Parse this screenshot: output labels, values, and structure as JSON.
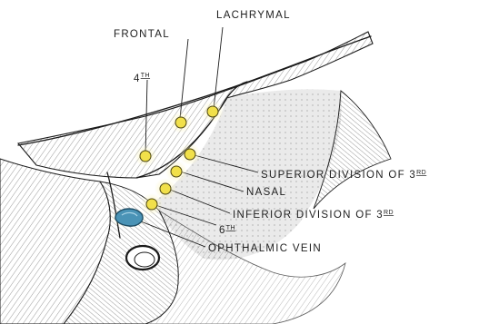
{
  "labels": {
    "lachrymal": "LACHRYMAL",
    "frontal": "FRONTAL",
    "fourth": {
      "main": "4",
      "sup": "TH"
    },
    "superior_division_of_3rd": {
      "main": "SUPERIOR DIVISION OF 3",
      "sup": "RD"
    },
    "nasal": "NASAL",
    "inferior_division_of_3rd": {
      "main": "INFERIOR DIVISION OF 3",
      "sup": "RD"
    },
    "sixth": {
      "main": "6",
      "sup": "TH"
    },
    "ophthalmic_vein": "OPHTHALMIC VEIN"
  },
  "colors": {
    "nerve_fill": "#f1e04a",
    "nerve_glow": "#fbf3b4",
    "vein_fill": "#4a93b6",
    "vein_stroke": "#1d4b63",
    "ink": "#1e1e1e",
    "tissue_shade": "#d9d9d9"
  }
}
